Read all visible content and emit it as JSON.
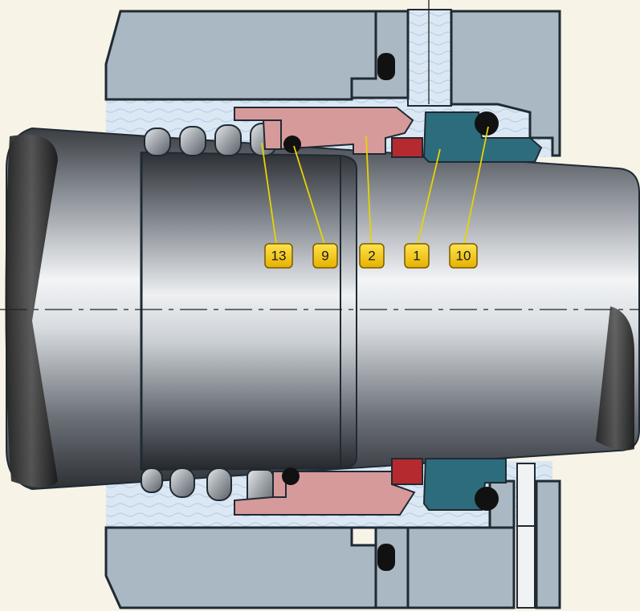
{
  "diagram": {
    "callouts": [
      {
        "label": "13",
        "part": "spring"
      },
      {
        "label": "9",
        "part": "o-ring-sleeve"
      },
      {
        "label": "2",
        "part": "rotating-seal-ring"
      },
      {
        "label": "1",
        "part": "stationary-seat"
      },
      {
        "label": "10",
        "part": "o-ring-seat"
      }
    ],
    "colors": {
      "background": "#f7f3e6",
      "housing": "#a9b8c2",
      "housing_outline": "#1f2a33",
      "seal_fluid": "#dbe8f4",
      "rotating_ring": "#d79a9a",
      "stationary_seat": "#2d6c7c",
      "seal_face": "#b52a2e",
      "o_ring": "#111111",
      "callout_tag": "#f4c200",
      "leader_line": "#e8d400"
    }
  }
}
